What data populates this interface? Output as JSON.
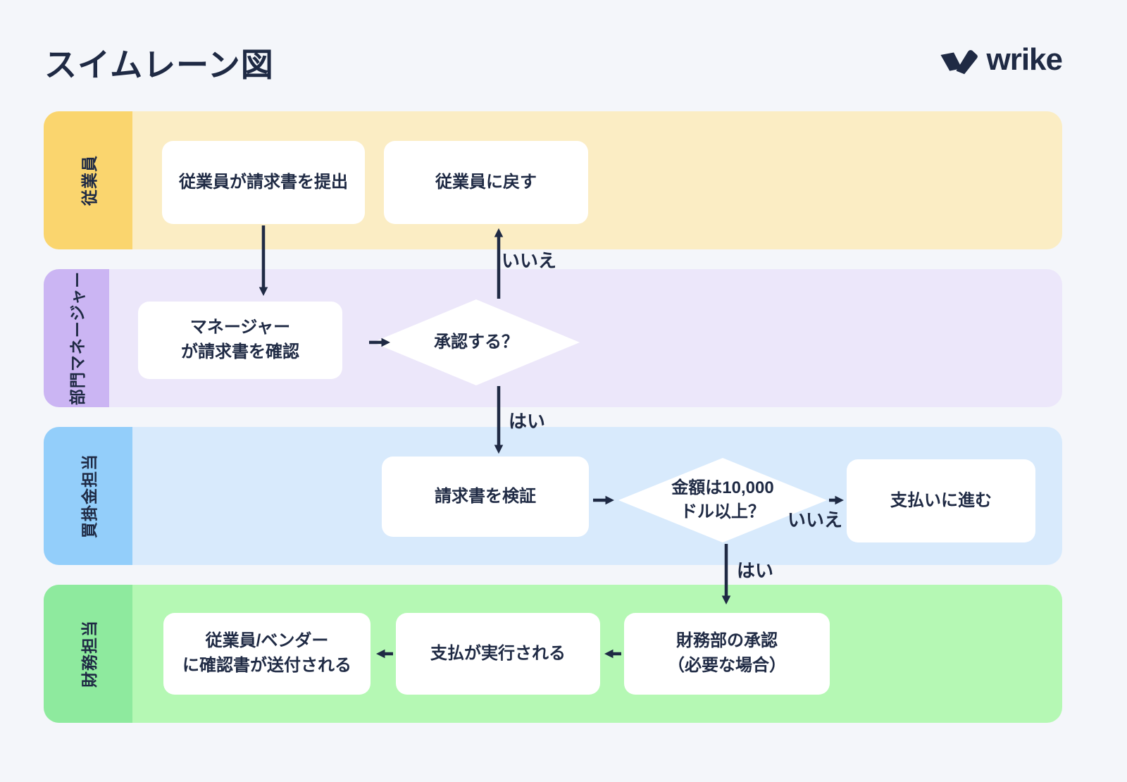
{
  "page": {
    "title": "スイムレーン図",
    "brand": "wrike"
  },
  "lanes": [
    {
      "label": "従業員",
      "header_color": "#FAD56E",
      "body_color": "#FBEDC4"
    },
    {
      "label": "部門マネージャー",
      "header_color": "#CBB5F3",
      "body_color": "#ECE7FA"
    },
    {
      "label": "買掛金担当",
      "header_color": "#93CEFA",
      "body_color": "#D8EAFC"
    },
    {
      "label": "財務担当",
      "header_color": "#8EEA9E",
      "body_color": "#B5F8B4"
    }
  ],
  "nodes": {
    "submit": {
      "label": "従業員が請求書を提出",
      "type": "process"
    },
    "return": {
      "label": "従業員に戻す",
      "type": "process"
    },
    "review": {
      "label": "マネージャー\nが請求書を確認",
      "type": "process"
    },
    "approve": {
      "label": "承認する？",
      "type": "decision"
    },
    "validate": {
      "label": "請求書を検証",
      "type": "process"
    },
    "amount": {
      "label": "金額は10,000\nドル以上？",
      "type": "decision"
    },
    "pay": {
      "label": "支払いに進む",
      "type": "process"
    },
    "finance_approval": {
      "label": "財務部の承認\n（必要な場合）",
      "type": "process"
    },
    "payment_executed": {
      "label": "支払が実行される",
      "type": "process"
    },
    "confirmation": {
      "label": "従業員/ベンダー\nに確認書が送付される",
      "type": "process"
    }
  },
  "edges": {
    "approve_no": {
      "label": "いいえ"
    },
    "approve_yes": {
      "label": "はい"
    },
    "amount_no": {
      "label": "いいえ"
    },
    "amount_yes": {
      "label": "はい"
    }
  },
  "colors": {
    "ink": "#1F2A44",
    "background": "#F4F6FA",
    "node_fill": "#FFFFFF"
  }
}
